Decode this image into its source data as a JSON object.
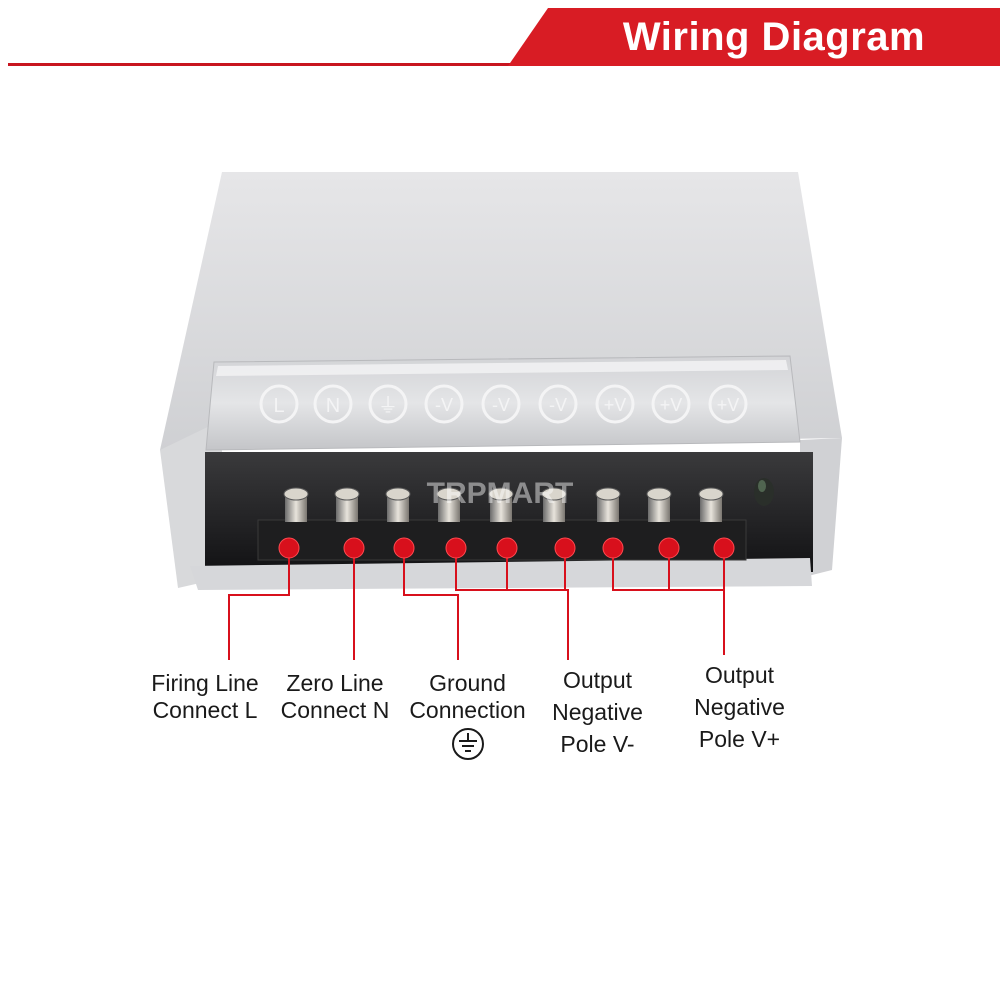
{
  "header": {
    "title": "Wiring Diagram",
    "accent_color": "#d81c24"
  },
  "device": {
    "cover_symbols": [
      "L",
      "N",
      "⏚",
      "-V",
      "-V",
      "-V",
      "+V",
      "+V",
      "+V"
    ],
    "watermark": "TRPMART",
    "terminal_dot_color": "#d8101c"
  },
  "labels": {
    "firing": {
      "line1": "Firing Line",
      "line2": "Connect L"
    },
    "zero": {
      "line1": "Zero Line",
      "line2": "Connect N"
    },
    "ground": {
      "line1": "Ground",
      "line2": "Connection",
      "icon": "earth-ground-icon"
    },
    "neg": {
      "line1": "Output",
      "line2": "Negative",
      "line3": "Pole V-"
    },
    "pos": {
      "line1": "Output",
      "line2": "Negative",
      "line3": "Pole V+"
    }
  }
}
